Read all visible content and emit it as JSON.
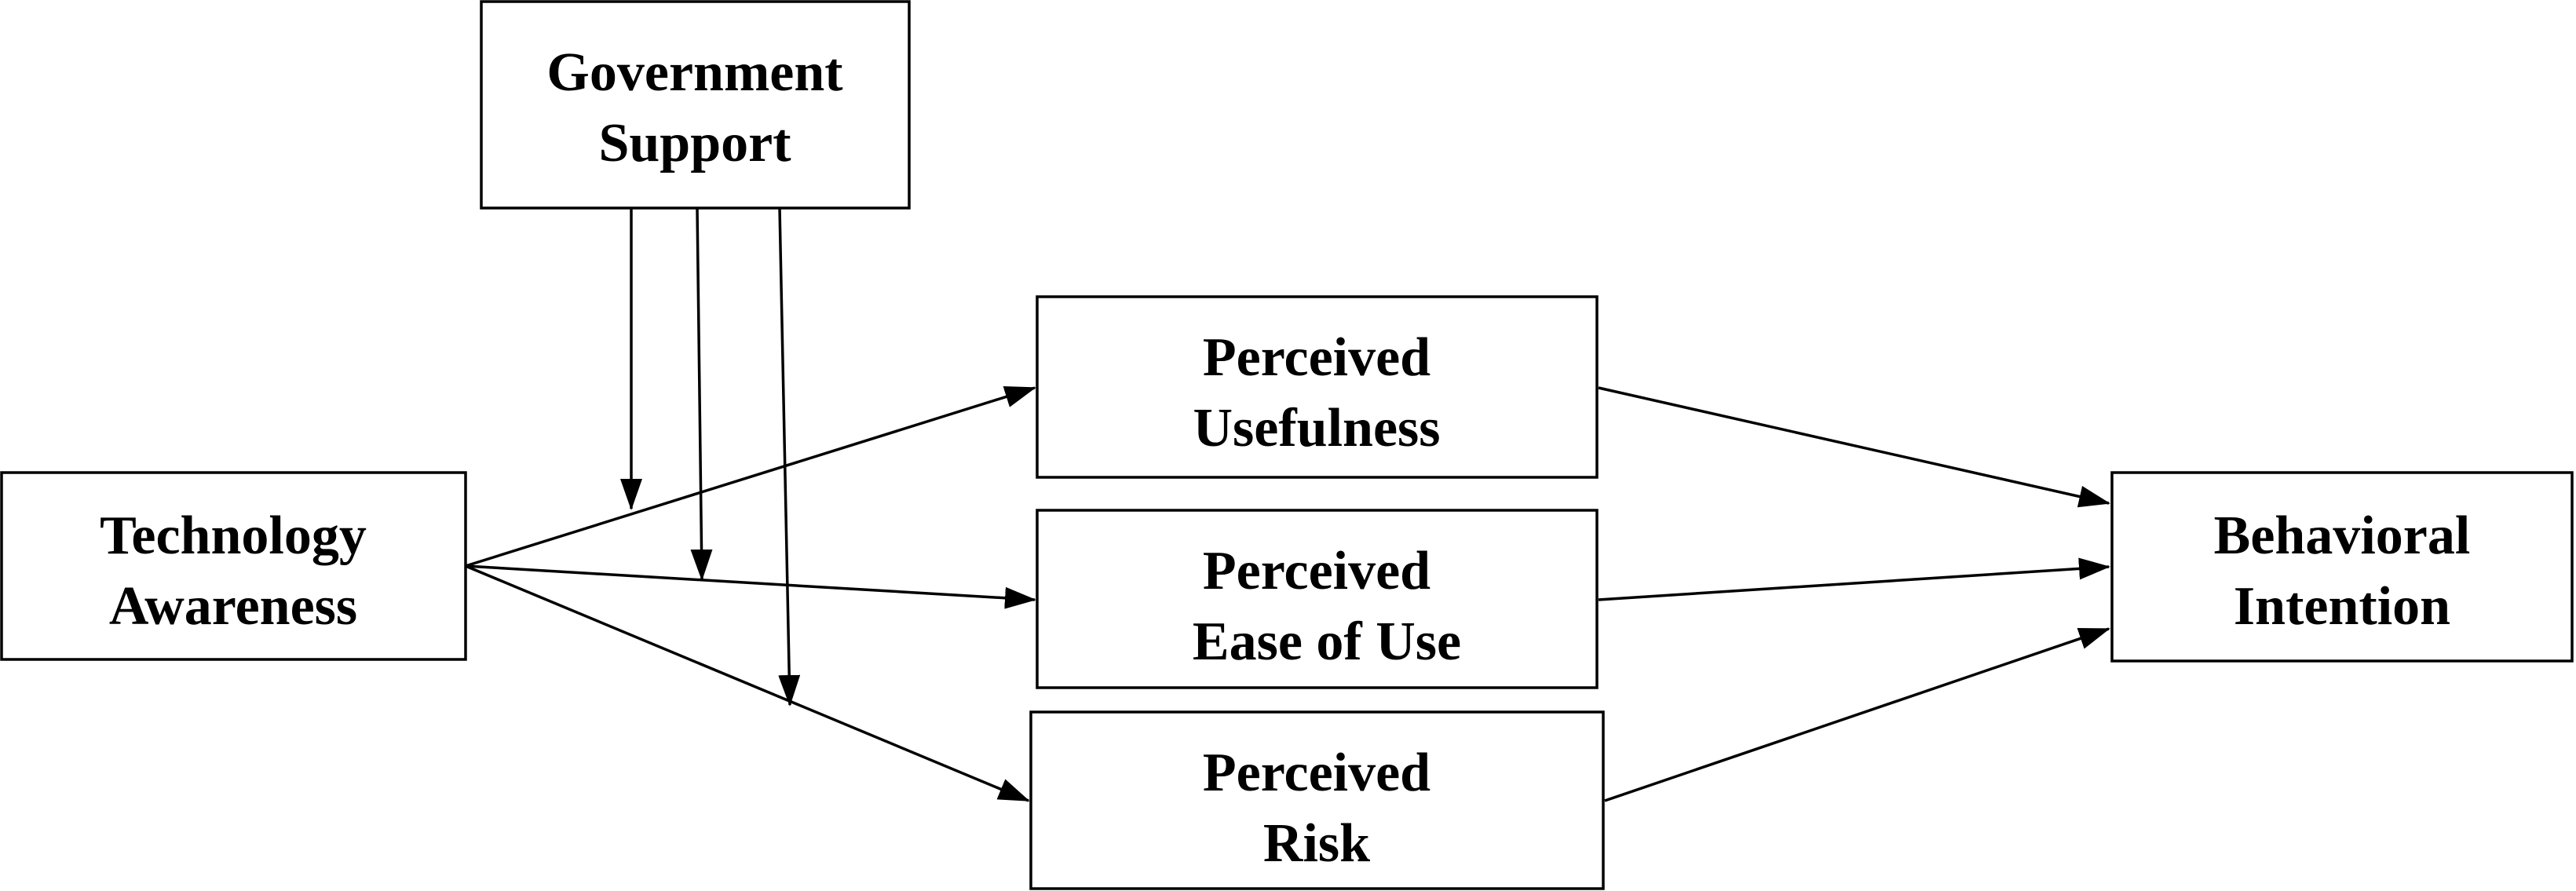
{
  "diagram": {
    "nodes": {
      "government_support": {
        "lines": [
          "Government",
          "Support"
        ]
      },
      "technology_awareness": {
        "lines": [
          "Technology",
          "Awareness"
        ]
      },
      "perceived_usefulness": {
        "lines": [
          "Perceived",
          "Usefulness"
        ]
      },
      "perceived_ease_of_use": {
        "lines": [
          "Perceived",
          "Ease of Use"
        ]
      },
      "perceived_risk": {
        "lines": [
          "Perceived",
          "Risk"
        ]
      },
      "behavioral_intention": {
        "lines": [
          "Behavioral",
          "Intention"
        ]
      }
    },
    "edges": [
      {
        "from": "technology_awareness",
        "to": "perceived_usefulness"
      },
      {
        "from": "technology_awareness",
        "to": "perceived_ease_of_use"
      },
      {
        "from": "technology_awareness",
        "to": "perceived_risk"
      },
      {
        "from": "perceived_usefulness",
        "to": "behavioral_intention"
      },
      {
        "from": "perceived_ease_of_use",
        "to": "behavioral_intention"
      },
      {
        "from": "perceived_risk",
        "to": "behavioral_intention"
      },
      {
        "from": "government_support",
        "to": "edge:technology_awareness->perceived_usefulness",
        "type": "moderation"
      },
      {
        "from": "government_support",
        "to": "edge:technology_awareness->perceived_ease_of_use",
        "type": "moderation"
      },
      {
        "from": "government_support",
        "to": "edge:technology_awareness->perceived_risk",
        "type": "moderation"
      }
    ],
    "colors": {
      "stroke": "#000000",
      "fill": "#ffffff",
      "text": "#000000"
    }
  }
}
